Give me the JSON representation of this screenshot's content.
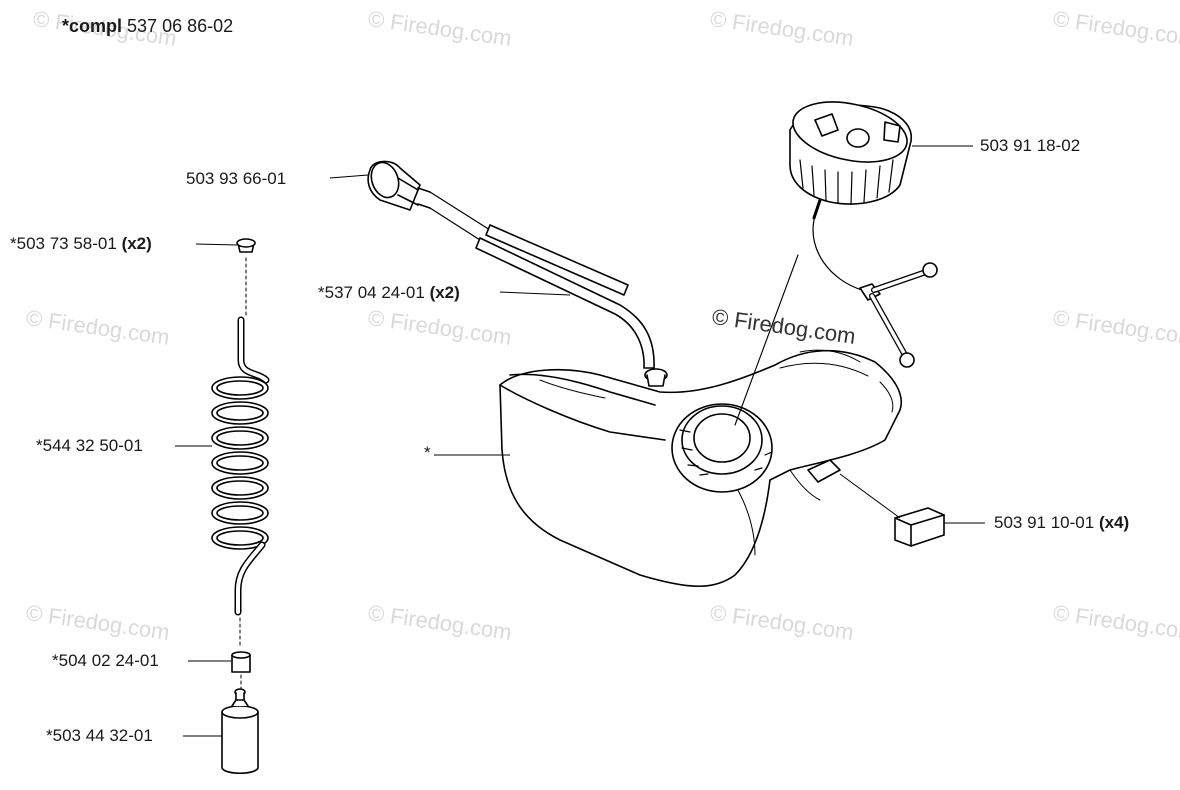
{
  "header": {
    "prefix": "*compl",
    "number": "537 06 86-02"
  },
  "watermark": {
    "text": "© Firedog.com",
    "color": "#d9d9d9"
  },
  "parts": [
    {
      "id": "tank",
      "number": "*",
      "qty": ""
    },
    {
      "id": "cap",
      "number": "503 91 18-02",
      "qty": ""
    },
    {
      "id": "grommet",
      "number": "503 93 66-01",
      "qty": ""
    },
    {
      "id": "plug",
      "number": "*503 73 58-01",
      "qty": "(x2)"
    },
    {
      "id": "hose",
      "number": "*537 04 24-01",
      "qty": "(x2)"
    },
    {
      "id": "coil",
      "number": "*544 32 50-01",
      "qty": ""
    },
    {
      "id": "sleeve",
      "number": "*504 02 24-01",
      "qty": ""
    },
    {
      "id": "filter",
      "number": "*503 44 32-01",
      "qty": ""
    },
    {
      "id": "damper",
      "number": "503 91 10-01",
      "qty": "(x4)"
    }
  ]
}
